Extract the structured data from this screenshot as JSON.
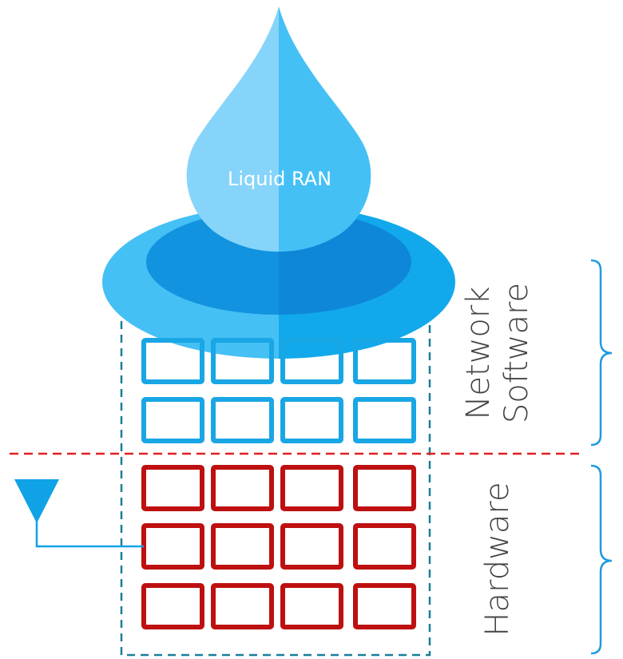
{
  "diagram": {
    "drop_label": "Liquid RAN",
    "layers": {
      "software_line1": "Network",
      "software_line2": "Software",
      "hardware": "Hardware"
    }
  },
  "colors": {
    "drop_light": "#86D4FA",
    "drop_main": "#45C0F5",
    "ring_outer": "#11A9EB",
    "ring_inner": "#0F87D8",
    "software_blocks": "#19A6E4",
    "hardware_blocks": "#BE1010",
    "divider_line": "#E02020",
    "dashed_frame": "#1A7E9A",
    "braces": "#1E9BE0",
    "antenna": "#0FA2E6"
  }
}
